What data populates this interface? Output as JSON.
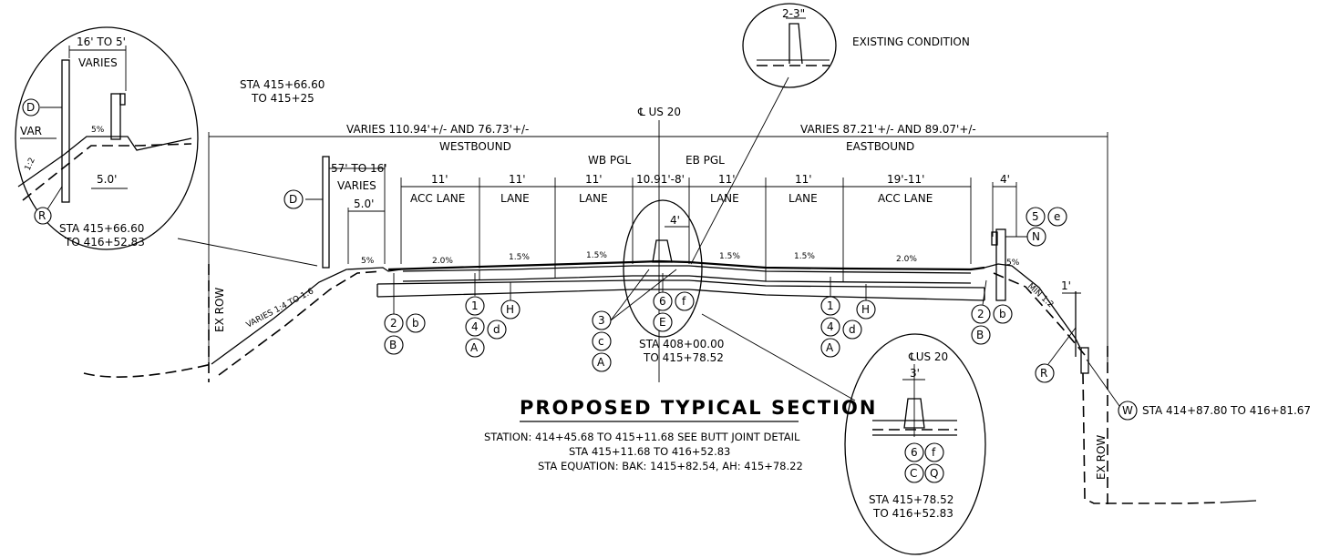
{
  "title": "PROPOSED TYPICAL SECTION",
  "notes": [
    "STATION: 414+45.68 TO 415+11.68 SEE BUTT JOINT DETAIL",
    "STA 415+11.68 TO 416+52.83",
    "STA EQUATION: BAK: 1415+82.54, AH: 415+78.22"
  ],
  "centerline_label": "℄ US 20",
  "existing_condition": "EXISTING CONDITION",
  "existing_dim": "2-3\"",
  "wb": {
    "varies": "VARIES 110.94'+/- AND 76.73'+/-",
    "direction": "WESTBOUND",
    "pgl": "WB PGL",
    "sta_top": "STA 415+66.60",
    "sta_top2": "TO 415+25",
    "wall_dim": "57' TO 16'",
    "wall_varies": "VARIES",
    "wall_5": "5.0'",
    "slope_5": "5%",
    "slope_label": "VARIES 1:4 TO 1:6",
    "ex_row": "EX ROW"
  },
  "eb": {
    "varies": "VARIES 87.21'+/- AND 89.07'+/-",
    "direction": "EASTBOUND",
    "pgl": "EB PGL",
    "dim_4": "4'",
    "slope_5": "5%",
    "min_slope": "MIN 1:2",
    "dim_1": "1'",
    "ex_row": "EX ROW",
    "w_sta": "STA 414+87.80 TO 416+81.67"
  },
  "lanes": [
    {
      "width": "11'",
      "name": "ACC LANE"
    },
    {
      "width": "11'",
      "name": "LANE"
    },
    {
      "width": "11'",
      "name": "LANE"
    },
    {
      "width": "10.91'-8'",
      "name": ""
    },
    {
      "width": "11'",
      "name": "LANE"
    },
    {
      "width": "11'",
      "name": "LANE"
    },
    {
      "width": "19'-11'",
      "name": "ACC LANE"
    }
  ],
  "slopes": [
    "2.0%",
    "1.5%",
    "1.5%",
    "1.5%",
    "1.5%",
    "2.0%"
  ],
  "median_dim": "4'",
  "median_sta": "STA 408+00.00",
  "median_sta2": "TO 415+78.52",
  "left_detail": {
    "dim": "16' TO 5'",
    "varies": "VARIES",
    "var": "VAR",
    "slope": "5%",
    "ratio": "1:2",
    "dim5": "5.0'",
    "sta": "STA 415+66.60",
    "sta2": "TO 416+52.83"
  },
  "bottom_detail": {
    "cl": "℄US 20",
    "dim": "3'",
    "sta": "STA 415+78.52",
    "sta2": "TO 416+52.83"
  },
  "callouts": {
    "D": "D",
    "R": "R",
    "N": "N",
    "W": "W",
    "E": "E",
    "H": "H",
    "A": "A",
    "B": "B",
    "C": "C",
    "Q": "Q",
    "one": "1",
    "two": "2",
    "three": "3",
    "four": "4",
    "five": "5",
    "six": "6",
    "b": "b",
    "c": "c",
    "d": "d",
    "e": "e",
    "f": "f"
  }
}
